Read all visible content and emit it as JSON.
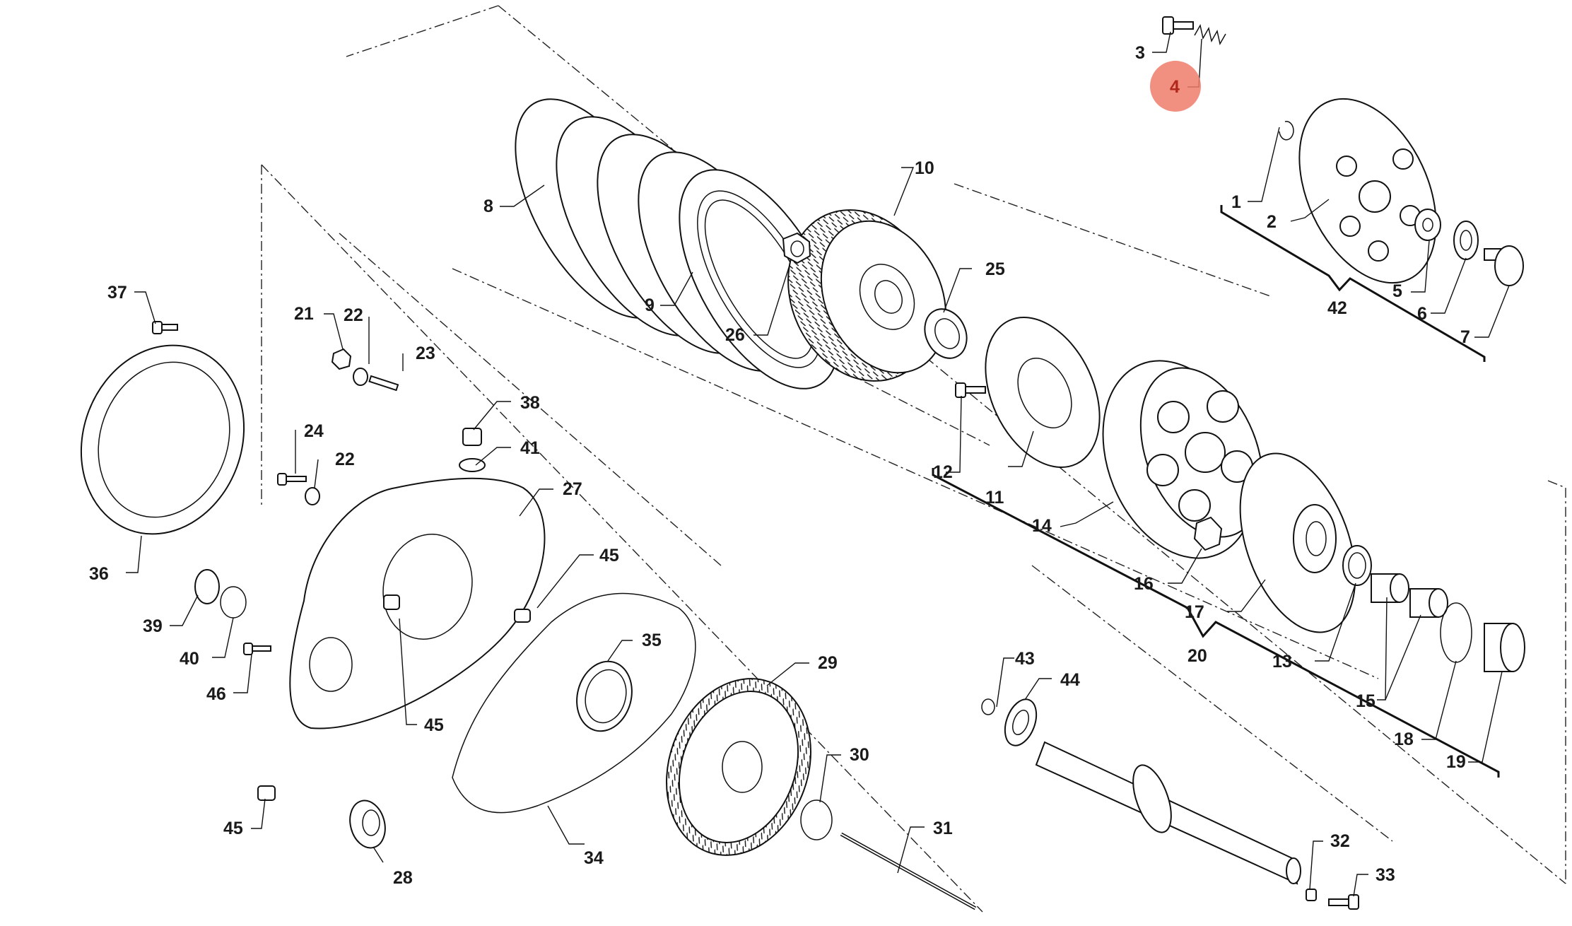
{
  "callouts": [
    {
      "id": "c1",
      "text": "1"
    },
    {
      "id": "c2",
      "text": "2"
    },
    {
      "id": "c3",
      "text": "3"
    },
    {
      "id": "c4",
      "text": "4"
    },
    {
      "id": "c5",
      "text": "5"
    },
    {
      "id": "c6",
      "text": "6"
    },
    {
      "id": "c7",
      "text": "7"
    },
    {
      "id": "c8",
      "text": "8"
    },
    {
      "id": "c9",
      "text": "9"
    },
    {
      "id": "c10",
      "text": "10"
    },
    {
      "id": "c11",
      "text": "11"
    },
    {
      "id": "c12",
      "text": "12"
    },
    {
      "id": "c13",
      "text": "13"
    },
    {
      "id": "c14",
      "text": "14"
    },
    {
      "id": "c15",
      "text": "15"
    },
    {
      "id": "c16",
      "text": "16"
    },
    {
      "id": "c17",
      "text": "17"
    },
    {
      "id": "c18",
      "text": "18"
    },
    {
      "id": "c19",
      "text": "19"
    },
    {
      "id": "c20",
      "text": "20"
    },
    {
      "id": "c21",
      "text": "21"
    },
    {
      "id": "c22a",
      "text": "22"
    },
    {
      "id": "c22b",
      "text": "22"
    },
    {
      "id": "c23",
      "text": "23"
    },
    {
      "id": "c24",
      "text": "24"
    },
    {
      "id": "c25",
      "text": "25"
    },
    {
      "id": "c26",
      "text": "26"
    },
    {
      "id": "c27",
      "text": "27"
    },
    {
      "id": "c28",
      "text": "28"
    },
    {
      "id": "c29",
      "text": "29"
    },
    {
      "id": "c30",
      "text": "30"
    },
    {
      "id": "c31",
      "text": "31"
    },
    {
      "id": "c32",
      "text": "32"
    },
    {
      "id": "c33",
      "text": "33"
    },
    {
      "id": "c34",
      "text": "34"
    },
    {
      "id": "c35",
      "text": "35"
    },
    {
      "id": "c36",
      "text": "36"
    },
    {
      "id": "c37",
      "text": "37"
    },
    {
      "id": "c38",
      "text": "38"
    },
    {
      "id": "c39",
      "text": "39"
    },
    {
      "id": "c40",
      "text": "40"
    },
    {
      "id": "c41",
      "text": "41"
    },
    {
      "id": "c42",
      "text": "42"
    },
    {
      "id": "c43",
      "text": "43"
    },
    {
      "id": "c44",
      "text": "44"
    },
    {
      "id": "c45a",
      "text": "45"
    },
    {
      "id": "c45b",
      "text": "45"
    },
    {
      "id": "c45c",
      "text": "45"
    },
    {
      "id": "c46",
      "text": "46"
    }
  ],
  "highlight": {
    "callout": "4",
    "color": "#ee7b6a"
  },
  "colors": {
    "line": "#111111",
    "label": "#1a1a1a",
    "highlight_label": "#b0281c"
  }
}
